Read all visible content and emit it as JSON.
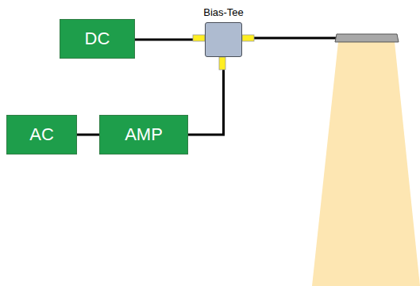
{
  "diagram": {
    "nodes": [
      {
        "text": [
          "DC"
        ]
      },
      {
        "text": [
          "Bias-Tee"
        ]
      },
      {
        "text": [
          "AC"
        ]
      },
      {
        "text": [
          "AMP"
        ]
      }
    ],
    "edges": [
      {
        "from": 0,
        "to": 1,
        "arrow": "none"
      },
      {
        "from": 2,
        "to": 3,
        "arrow": "none"
      },
      {
        "from": 3,
        "to": 1,
        "arrow": "none"
      }
    ]
  }
}
